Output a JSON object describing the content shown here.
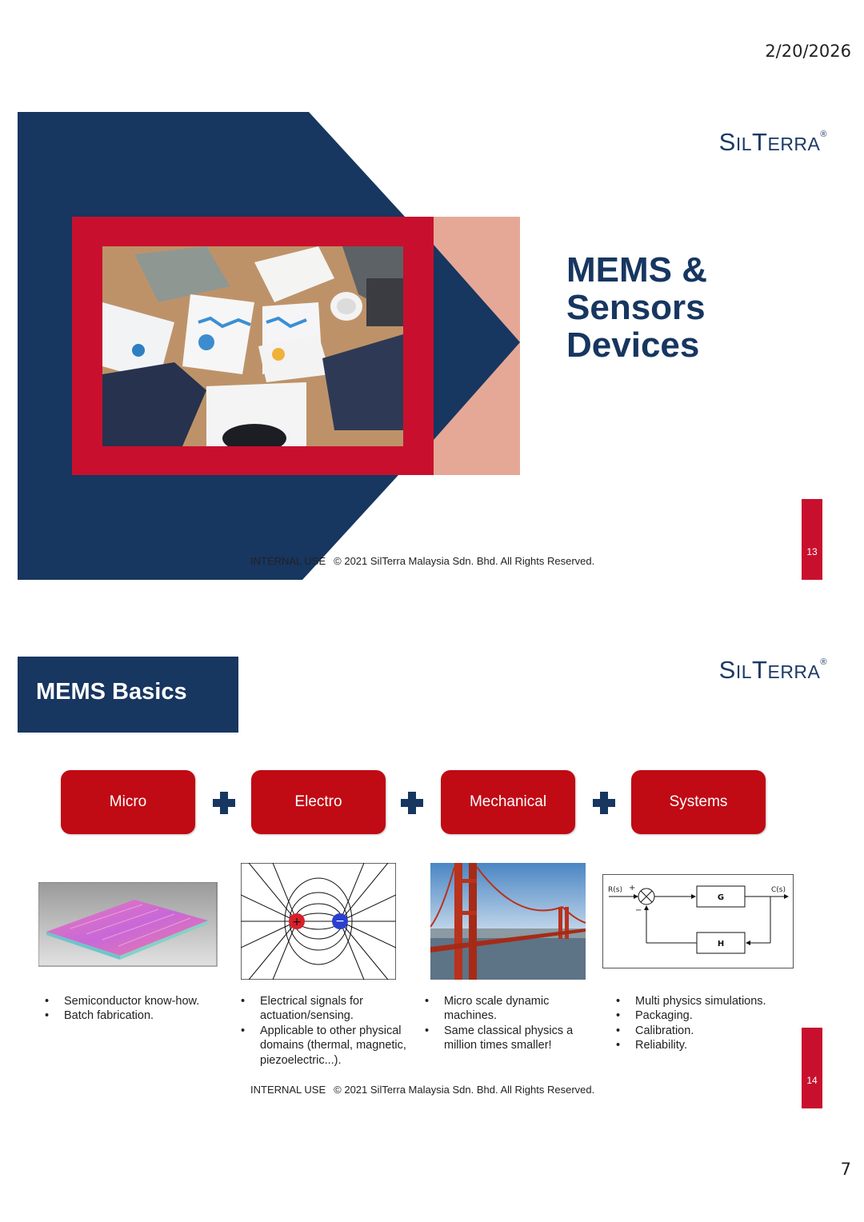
{
  "document": {
    "date": "2/20/2026",
    "page_number": "7"
  },
  "logo": {
    "first": "S",
    "mid1": "IL",
    "mid2": "T",
    "rest": "ERRA",
    "reg": "®"
  },
  "slide1": {
    "title_lines": [
      "MEMS &",
      "Sensors",
      "Devices"
    ],
    "footer_internal": "INTERNAL USE",
    "footer_copyright": "© 2021  SilTerra Malaysia Sdn. Bhd. All Rights Reserved.",
    "page": "13"
  },
  "slide2": {
    "header": "MEMS Basics",
    "pills": [
      "Micro",
      "Electro",
      "Mechanical",
      "Systems"
    ],
    "control_diagram": {
      "input": "R(s)",
      "output": "C(s)",
      "forward_block": "G",
      "feedback_block": "H",
      "sum_plus": "+",
      "sum_minus": "−"
    },
    "columns": [
      {
        "bullets": [
          "Semiconductor know-how.",
          "Batch fabrication."
        ]
      },
      {
        "bullets": [
          "Electrical signals for actuation/sensing.",
          "Applicable to other physical domains (thermal, magnetic, piezoelectric...)."
        ]
      },
      {
        "bullets": [
          "Micro scale dynamic machines.",
          "Same classical physics a million times smaller!"
        ]
      },
      {
        "bullets": [
          "Multi physics simulations.",
          "Packaging.",
          "Calibration.",
          "Reliability."
        ]
      }
    ],
    "footer_internal": "INTERNAL USE",
    "footer_copyright": "© 2021  SilTerra Malaysia Sdn. Bhd. All Rights Reserved.",
    "page": "14"
  },
  "colors": {
    "navy": "#173660",
    "red": "#c8102e",
    "salmon": "#e5a897",
    "pill_red": "#c00a14"
  }
}
